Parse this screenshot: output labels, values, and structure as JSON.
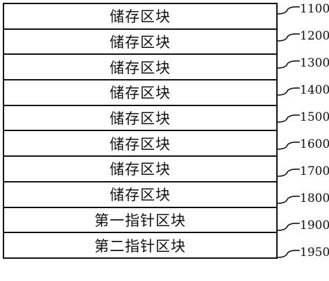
{
  "blocks": [
    {
      "label": "储存区块",
      "ref": "1100"
    },
    {
      "label": "储存区块",
      "ref": "1200"
    },
    {
      "label": "储存区块",
      "ref": "1300"
    },
    {
      "label": "储存区块",
      "ref": "1400"
    },
    {
      "label": "储存区块",
      "ref": "1500"
    },
    {
      "label": "储存区块",
      "ref": "1600"
    },
    {
      "label": "储存区块",
      "ref": "1700"
    },
    {
      "label": "储存区块",
      "ref": "1800"
    },
    {
      "label": "第一指针区块",
      "ref": "1900"
    },
    {
      "label": "第二指针区块",
      "ref": "1950"
    }
  ]
}
